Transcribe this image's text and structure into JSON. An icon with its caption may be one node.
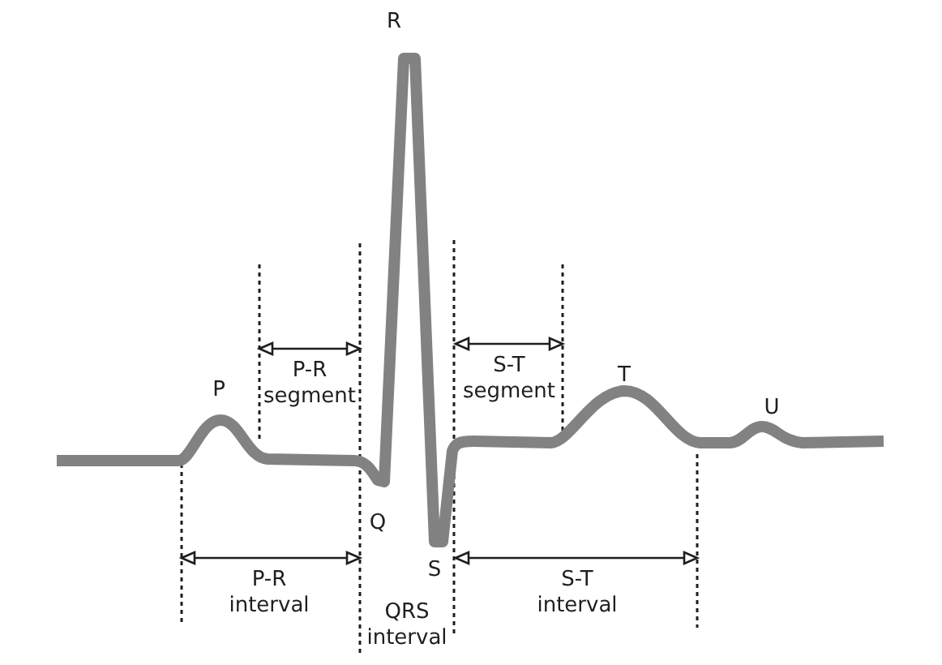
{
  "diagram": {
    "labels": [
      "R",
      "P-R segment",
      "S-T segment",
      "P",
      "T",
      "U",
      "Q",
      "S",
      "P-R interval",
      "QRS interval",
      "S-T interval"
    ]
  }
}
